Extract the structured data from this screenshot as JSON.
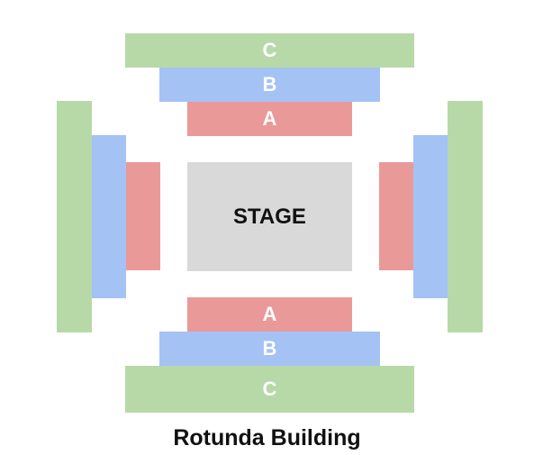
{
  "colors": {
    "tier_c": "#b7d9a8",
    "tier_b": "#a4c2f4",
    "tier_a": "#ea9999",
    "stage": "#d9d9d9"
  },
  "stage": {
    "label": "STAGE"
  },
  "sections": {
    "top_c": "C",
    "top_b": "B",
    "top_a": "A",
    "bottom_a": "A",
    "bottom_b": "B",
    "bottom_c": "C",
    "left_c": "",
    "left_b": "",
    "left_a": "",
    "right_a": "",
    "right_b": "",
    "right_c": ""
  },
  "venue_title": "Rotunda Building"
}
